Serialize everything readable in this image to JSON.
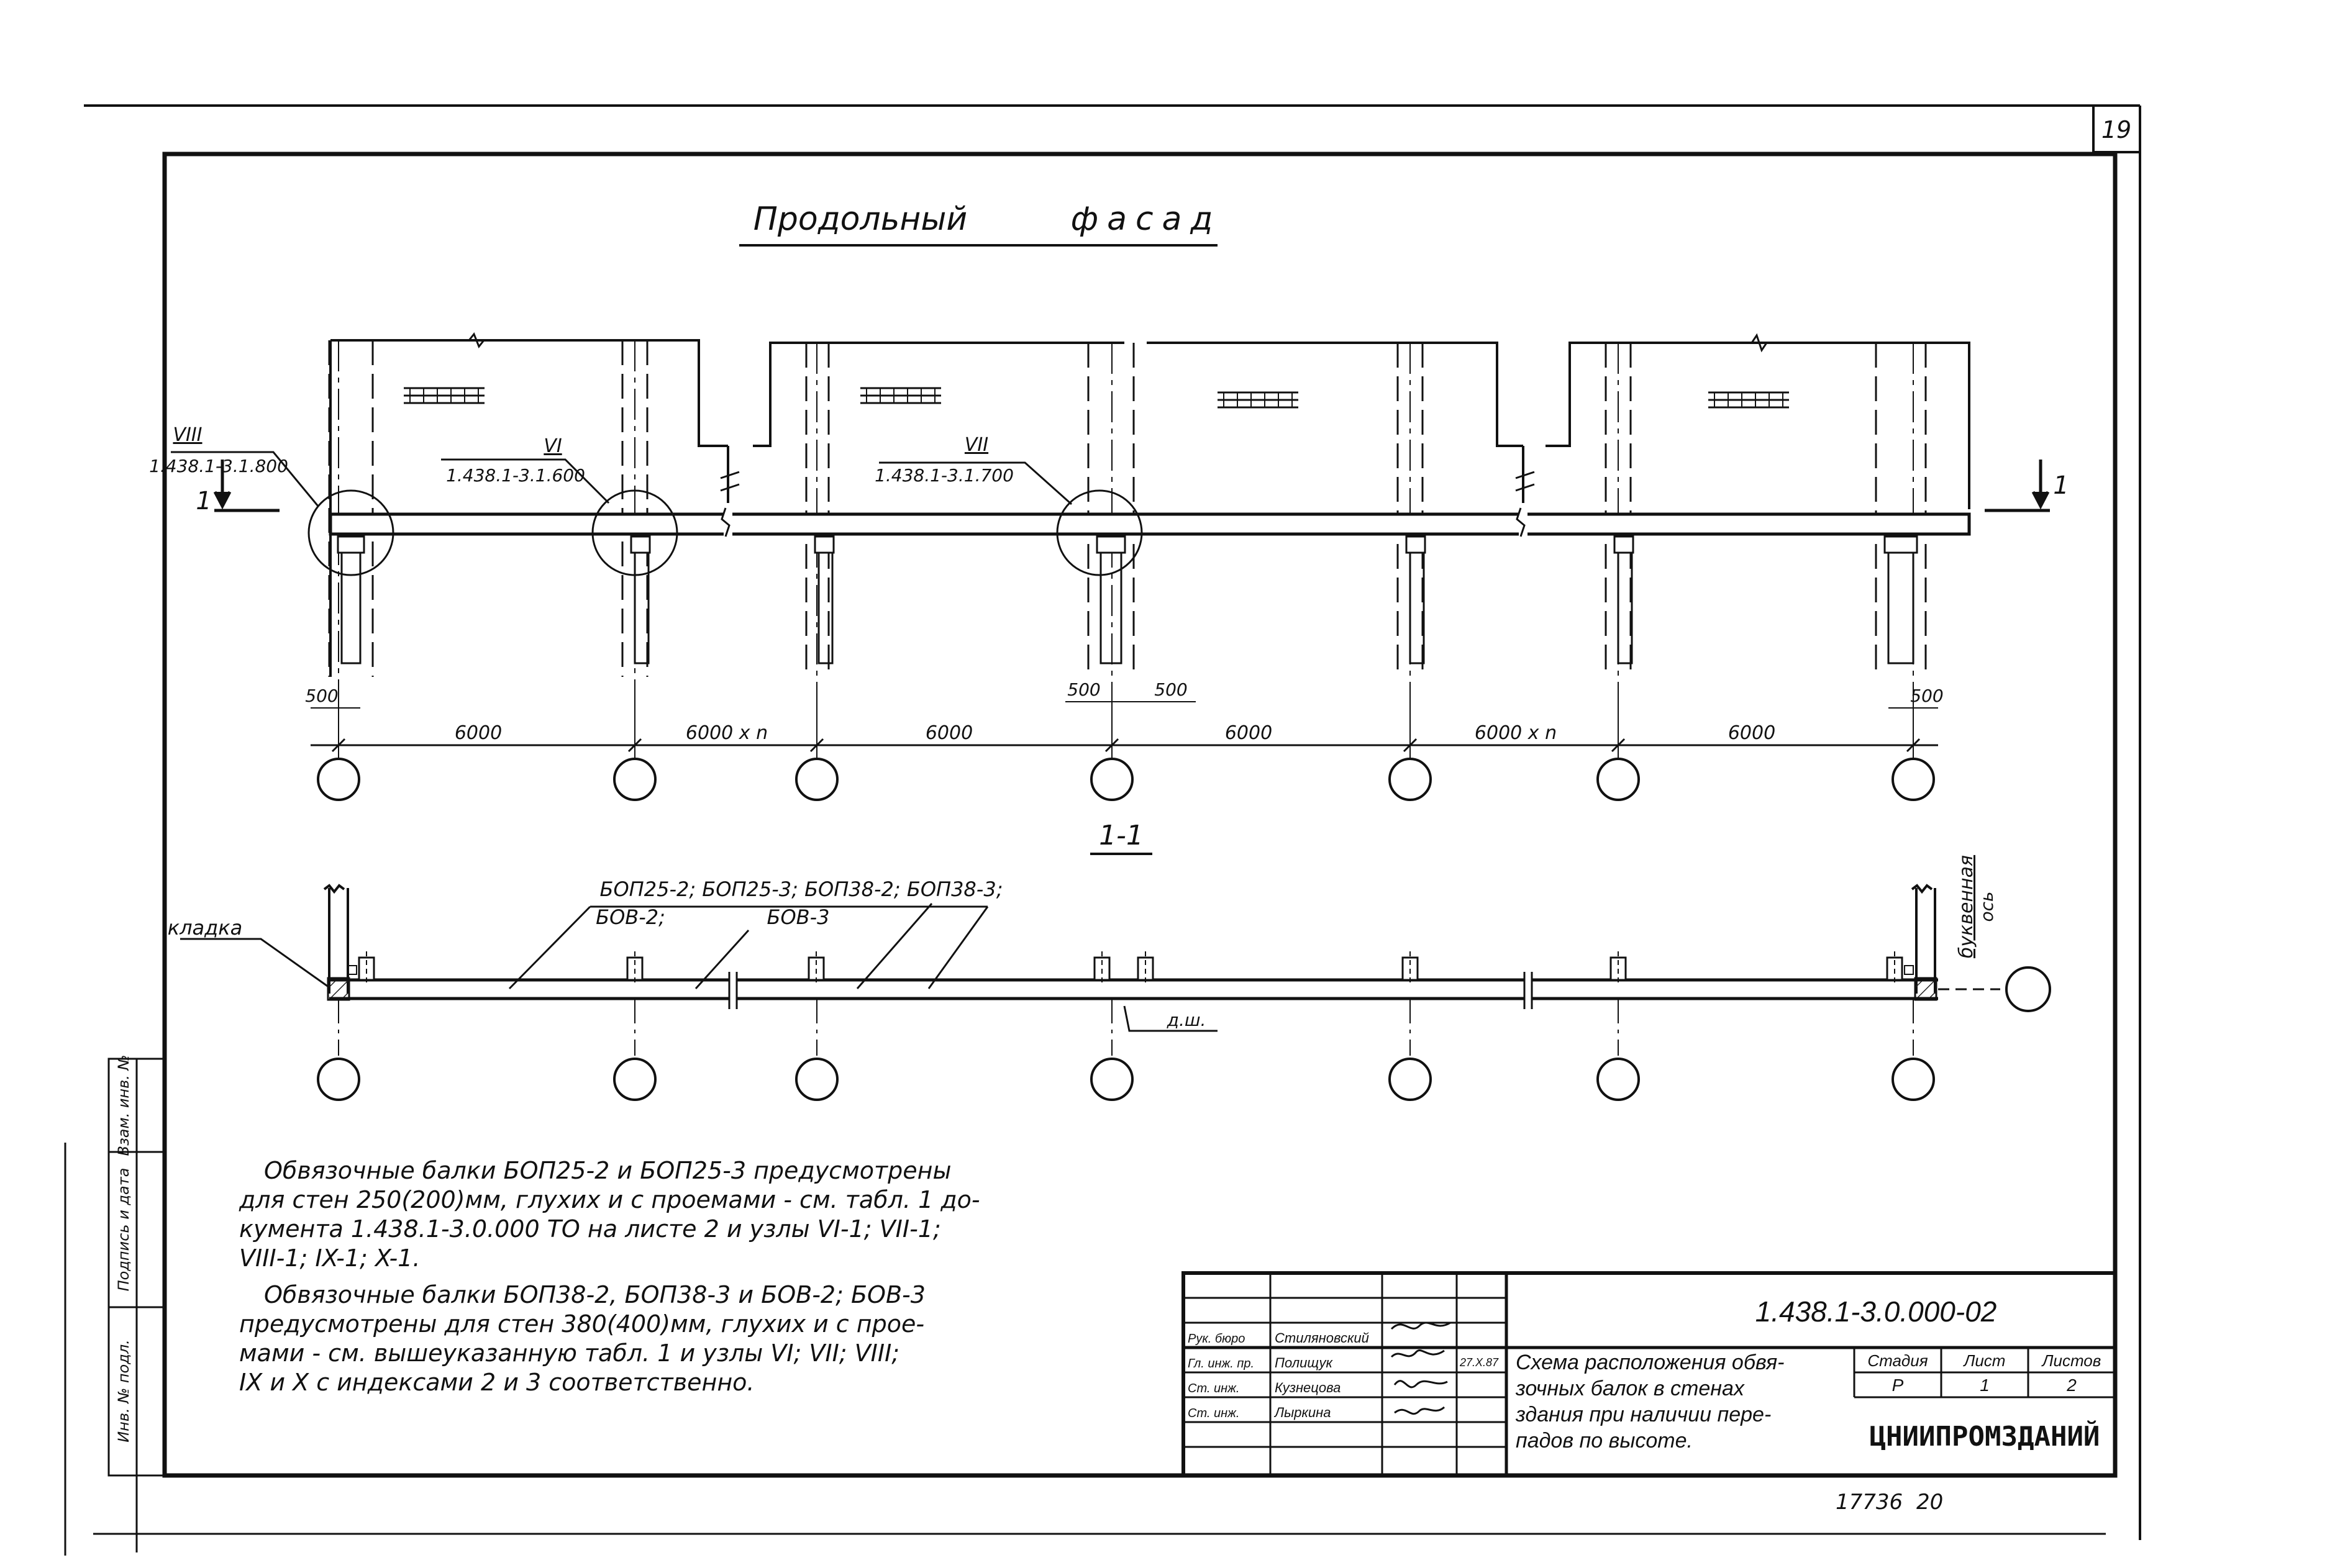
{
  "sheet": {
    "page_number": "19",
    "archive_number": "17736",
    "archive_suffix": "20"
  },
  "facade": {
    "title_word1": "Продольный",
    "title_word2": "фасад",
    "callouts": [
      {
        "roman": "VIII",
        "ref": "1.438.1-3.1.800"
      },
      {
        "roman": "VI",
        "ref": "1.438.1-3.1.600"
      },
      {
        "roman": "VII",
        "ref": "1.438.1-3.1.700"
      }
    ],
    "section_mark": "1",
    "dimensions": {
      "offset_500": "500",
      "spans": [
        "6000",
        "6000 x n",
        "6000",
        "6000",
        "6000 x n",
        "6000"
      ]
    }
  },
  "section": {
    "title": "1-1",
    "masonry_label": "кладка",
    "beams_line1": "БОП25-2; БОП25-3; БОП38-2; БОП38-3;",
    "beams_line2a": "БОВ-2;",
    "beams_line2b": "БОВ-3",
    "joint_label": "д.ш.",
    "axis_label_1": "буквенная",
    "axis_label_2": "ось"
  },
  "notes": {
    "p1": [
      "Обвязочные балки БОП25-2  и БОП25-3 предусмотрены",
      "для стен 250(200)мм, глухих и с проемами - см. табл. 1 до-",
      "кумента 1.438.1-3.0.000 ТО на листе 2 и узлы VI-1; VII-1;",
      "VIII-1; IX-1; X-1."
    ],
    "p2": [
      "Обвязочные балки БОП38-2, БОП38-3 и БОВ-2; БОВ-3",
      "предусмотрены для стен  380(400)мм, глухих и с прое-",
      "мами - см. вышеуказанную табл. 1 и узлы VI; VII; VIII;",
      "IX и X  с индексами 2 и 3 соответственно."
    ]
  },
  "side_stamp": [
    "Взам. инв. №",
    "Подпись и дата",
    "Инв. № подл."
  ],
  "title_block": {
    "document_code": "1.438.1-3.0.000-02",
    "rows": [
      {
        "role": "Рук. бюро",
        "name": "Стиляновский",
        "date": ""
      },
      {
        "role": "Гл. инж. пр.",
        "name": "Полищук",
        "date": "27.X.87"
      },
      {
        "role": "Ст. инж.",
        "name": "Кузнецова",
        "date": ""
      },
      {
        "role": "Ст. инж.",
        "name": "Лыркина",
        "date": ""
      }
    ],
    "drawing_title": [
      "Схема расположения обвя-",
      "зочных балок в стенах",
      "здания при наличии пере-",
      "падов по высоте."
    ],
    "stage_header": "Стадия",
    "sheet_header": "Лист",
    "sheets_header": "Листов",
    "stage": "Р",
    "sheet": "1",
    "sheets": "2",
    "organization": "ЦНИИПРОМЗДАНИЙ"
  }
}
